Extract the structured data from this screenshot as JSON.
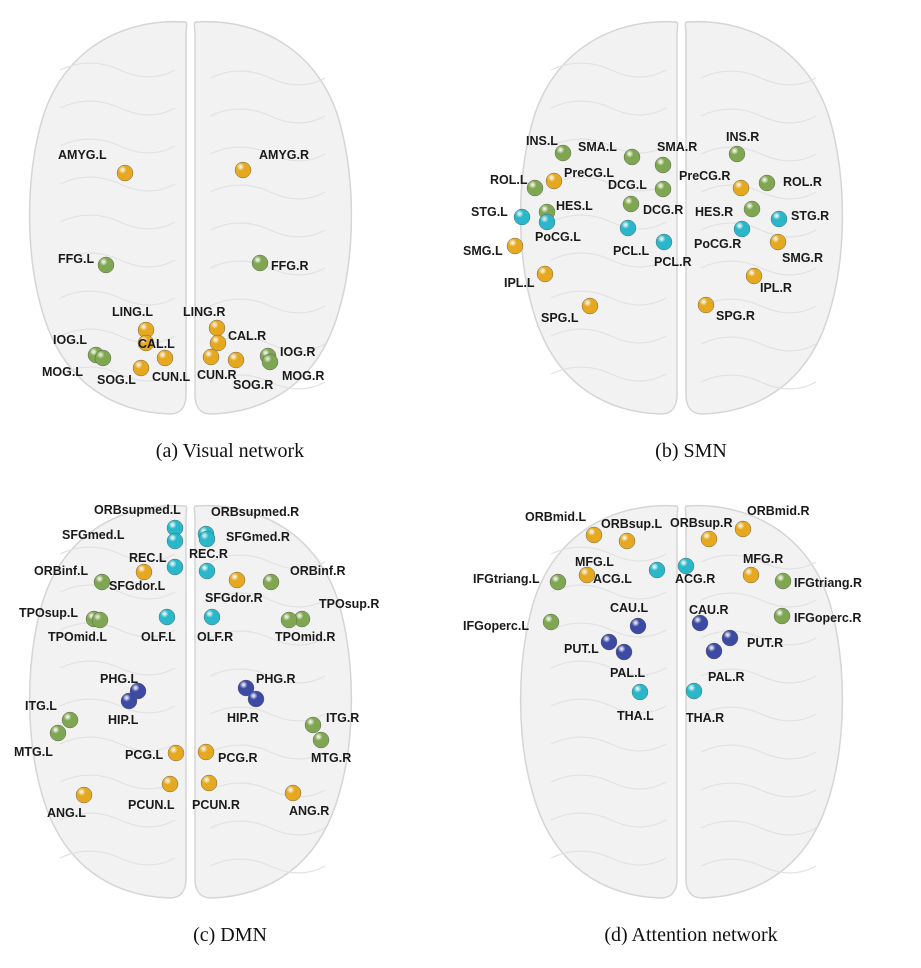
{
  "colors": {
    "green": "#7fa650",
    "orange": "#e6a81e",
    "cyan": "#2ab7c9",
    "blue": "#3c4aa3",
    "brain_fill": "#f2f2f2",
    "brain_stroke": "#d5d5d5"
  },
  "panels": [
    {
      "caption": "(a) Visual network",
      "nodes": [
        {
          "label": "AMYG.L",
          "color": "orange"
        },
        {
          "label": "AMYG.R",
          "color": "orange"
        },
        {
          "label": "FFG.L",
          "color": "green"
        },
        {
          "label": "FFG.R",
          "color": "green"
        },
        {
          "label": "LING.L",
          "color": "orange"
        },
        {
          "label": "LING.R",
          "color": "orange"
        },
        {
          "label": "CAL.L",
          "color": "orange"
        },
        {
          "label": "CAL.R",
          "color": "orange"
        },
        {
          "label": "IOG.L",
          "color": "green"
        },
        {
          "label": "IOG.R",
          "color": "green"
        },
        {
          "label": "MOG.L",
          "color": "green"
        },
        {
          "label": "MOG.R",
          "color": "green"
        },
        {
          "label": "SOG.L",
          "color": "orange"
        },
        {
          "label": "SOG.R",
          "color": "orange"
        },
        {
          "label": "CUN.L",
          "color": "orange"
        },
        {
          "label": "CUN.R",
          "color": "orange"
        }
      ]
    },
    {
      "caption": "(b) SMN",
      "nodes": [
        {
          "label": "INS.L",
          "color": "green"
        },
        {
          "label": "SMA.L",
          "color": "green"
        },
        {
          "label": "SMA.R",
          "color": "green"
        },
        {
          "label": "INS.R",
          "color": "green"
        },
        {
          "label": "ROL.L",
          "color": "green"
        },
        {
          "label": "PreCG.L",
          "color": "orange"
        },
        {
          "label": "DCG.L",
          "color": "green"
        },
        {
          "label": "PreCG.R",
          "color": "orange"
        },
        {
          "label": "ROL.R",
          "color": "green"
        },
        {
          "label": "HES.L",
          "color": "green"
        },
        {
          "label": "DCG.R",
          "color": "green"
        },
        {
          "label": "HES.R",
          "color": "green"
        },
        {
          "label": "STG.L",
          "color": "cyan"
        },
        {
          "label": "STG.R",
          "color": "cyan"
        },
        {
          "label": "PoCG.L",
          "color": "cyan"
        },
        {
          "label": "PCL.L",
          "color": "cyan"
        },
        {
          "label": "PoCG.R",
          "color": "cyan"
        },
        {
          "label": "SMG.L",
          "color": "orange"
        },
        {
          "label": "PCL.R",
          "color": "cyan"
        },
        {
          "label": "SMG.R",
          "color": "orange"
        },
        {
          "label": "IPL.L",
          "color": "orange"
        },
        {
          "label": "IPL.R",
          "color": "orange"
        },
        {
          "label": "SPG.L",
          "color": "orange"
        },
        {
          "label": "SPG.R",
          "color": "orange"
        }
      ]
    },
    {
      "caption": "(c) DMN",
      "nodes": [
        {
          "label": "ORBsupmed.L",
          "color": "cyan"
        },
        {
          "label": "ORBsupmed.R",
          "color": "cyan"
        },
        {
          "label": "SFGmed.L",
          "color": "cyan"
        },
        {
          "label": "SFGmed.R",
          "color": "cyan"
        },
        {
          "label": "REC.L",
          "color": "cyan"
        },
        {
          "label": "REC.R",
          "color": "cyan"
        },
        {
          "label": "ORBinf.L",
          "color": "green"
        },
        {
          "label": "ORBinf.R",
          "color": "green"
        },
        {
          "label": "SFGdor.L",
          "color": "orange"
        },
        {
          "label": "SFGdor.R",
          "color": "orange"
        },
        {
          "label": "TPOsup.L",
          "color": "green"
        },
        {
          "label": "TPOsup.R",
          "color": "green"
        },
        {
          "label": "TPOmid.L",
          "color": "green"
        },
        {
          "label": "TPOmid.R",
          "color": "green"
        },
        {
          "label": "OLF.L",
          "color": "cyan"
        },
        {
          "label": "OLF.R",
          "color": "cyan"
        },
        {
          "label": "PHG.L",
          "color": "blue"
        },
        {
          "label": "PHG.R",
          "color": "blue"
        },
        {
          "label": "HIP.L",
          "color": "blue"
        },
        {
          "label": "HIP.R",
          "color": "blue"
        },
        {
          "label": "ITG.L",
          "color": "green"
        },
        {
          "label": "ITG.R",
          "color": "green"
        },
        {
          "label": "MTG.L",
          "color": "green"
        },
        {
          "label": "MTG.R",
          "color": "green"
        },
        {
          "label": "PCG.L",
          "color": "orange"
        },
        {
          "label": "PCG.R",
          "color": "orange"
        },
        {
          "label": "PCUN.L",
          "color": "orange"
        },
        {
          "label": "PCUN.R",
          "color": "orange"
        },
        {
          "label": "ANG.L",
          "color": "orange"
        },
        {
          "label": "ANG.R",
          "color": "orange"
        }
      ]
    },
    {
      "caption": "(d) Attention network",
      "nodes": [
        {
          "label": "ORBmid.L",
          "color": "orange"
        },
        {
          "label": "ORBmid.R",
          "color": "orange"
        },
        {
          "label": "ORBsup.L",
          "color": "orange"
        },
        {
          "label": "ORBsup.R",
          "color": "orange"
        },
        {
          "label": "MFG.L",
          "color": "orange"
        },
        {
          "label": "MFG.R",
          "color": "orange"
        },
        {
          "label": "IFGtriang.L",
          "color": "green"
        },
        {
          "label": "IFGtriang.R",
          "color": "green"
        },
        {
          "label": "ACG.L",
          "color": "cyan"
        },
        {
          "label": "ACG.R",
          "color": "cyan"
        },
        {
          "label": "IFGoperc.L",
          "color": "green"
        },
        {
          "label": "IFGoperc.R",
          "color": "green"
        },
        {
          "label": "CAU.L",
          "color": "blue"
        },
        {
          "label": "CAU.R",
          "color": "blue"
        },
        {
          "label": "PUT.L",
          "color": "blue"
        },
        {
          "label": "PUT.R",
          "color": "blue"
        },
        {
          "label": "PAL.L",
          "color": "blue"
        },
        {
          "label": "PAL.R",
          "color": "blue"
        },
        {
          "label": "THA.L",
          "color": "cyan"
        },
        {
          "label": "THA.R",
          "color": "cyan"
        }
      ]
    }
  ]
}
